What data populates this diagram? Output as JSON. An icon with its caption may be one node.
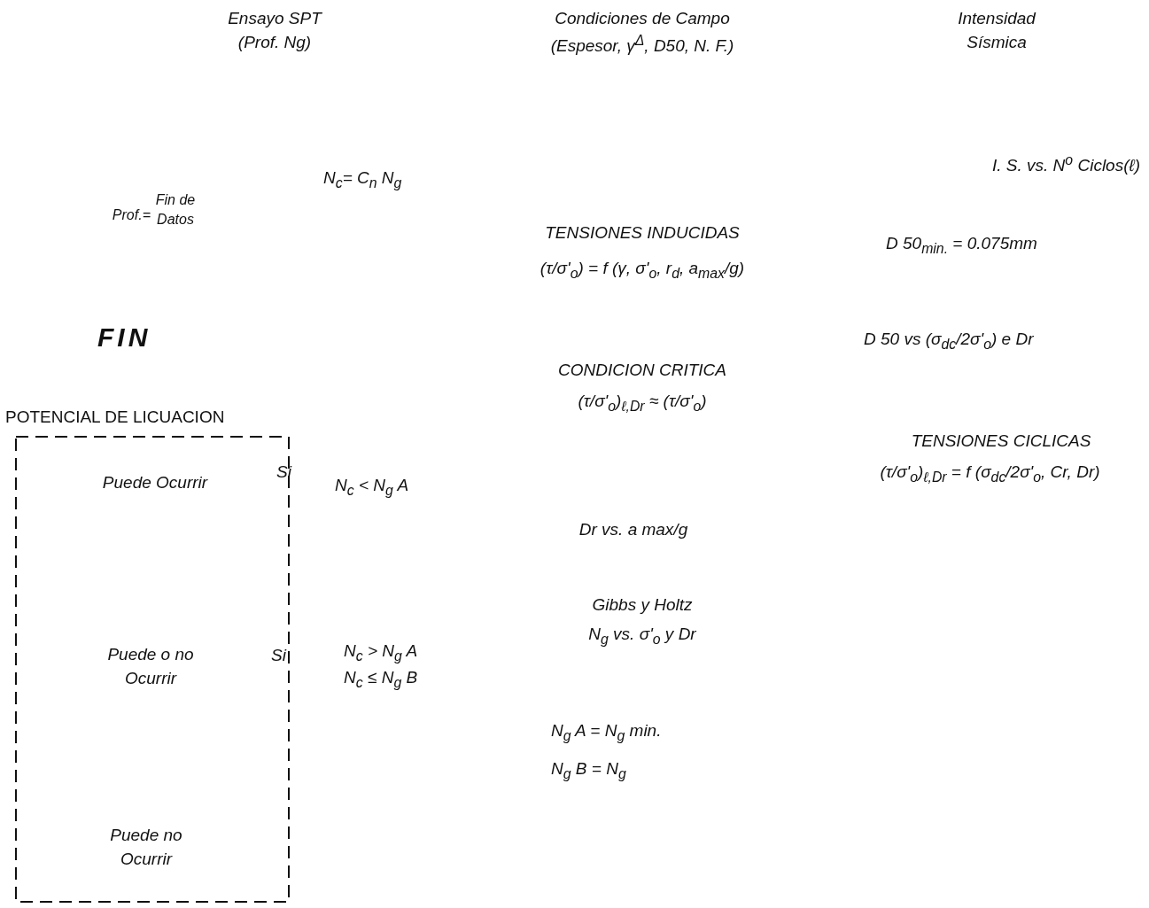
{
  "diagram": {
    "nodes": [
      {
        "text": [
          "POTENCIAL DE LICUACION"
        ]
      }
    ],
    "labels": [
      "Ensayo SPT (Prof. Ng)",
      "Condiciones de Campo (Espesor, γ$^{Δ}$, D50, N. F.)",
      "Intensidad Sísmica",
      "I. S. vs. N$^{o}$ Ciclos(ℓ)",
      "N$_{c}$= C$_{n}$ N$_{g}$",
      "Prof.=",
      "Fin de Datos",
      "TENSIONES INDUCIDAS",
      "D 50$_{min.}$ = 0.075mm",
      "(τ/σ'$_{o}$) = f (γ, σ'$_{o}$, r$_{d}$, a$_{max}$/g)",
      "FIN",
      "D 50 vs (σ$_{dc}$/2σ'$_{o}$) e Dr",
      "CONDICION CRITICA",
      "(τ/σ'$_{o}$)$_{ℓ,Dr}$ ≈ (τ/σ'$_{o}$)",
      "TENSIONES CICLICAS",
      "(τ/σ'$_{o}$)$_{ℓ,Dr}$ = f (σ$_{dc}$/2σ'$_{o}$, Cr, Dr)",
      "Si",
      "Puede Ocurrir",
      "N$_{c}$ < N$_{g}$ A",
      "Dr vs. a max/g",
      "Gibbs y Holtz",
      "N$_{g}$ vs. σ'$_{o}$ y Dr",
      "Puede o no Ocurrir",
      "Si",
      "N$_{c}$ > N$_{g}$ A",
      "N$_{c}$ ≤ N$_{g}$ B",
      "N$_{g}$ A = N$_{g}$ min.",
      "N$_{g}$ B = N$_{g}$",
      "Puede no Ocurrir"
    ]
  }
}
